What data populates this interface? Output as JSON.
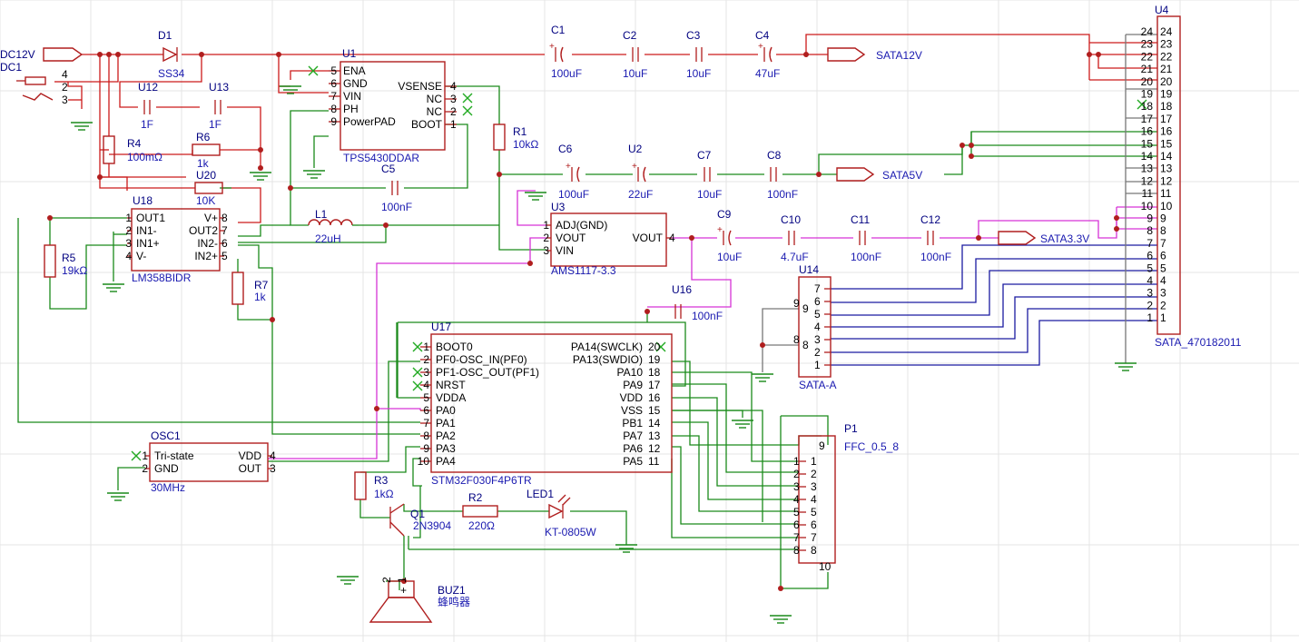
{
  "components": {
    "D1": {
      "ref": "D1",
      "value": "SS34"
    },
    "DC1": {
      "ref": "DC1",
      "net": "DC12V",
      "pins": [
        "4",
        "2",
        "3"
      ]
    },
    "U1": {
      "ref": "U1",
      "value": "TPS5430DDAR",
      "left_pins": [
        {
          "num": "5",
          "name": "ENA"
        },
        {
          "num": "6",
          "name": "GND"
        },
        {
          "num": "7",
          "name": "VIN"
        },
        {
          "num": "8",
          "name": "PH"
        },
        {
          "num": "9",
          "name": "PowerPAD"
        }
      ],
      "right_pins": [
        {
          "num": "4",
          "name": "VSENSE"
        },
        {
          "num": "3",
          "name": "NC"
        },
        {
          "num": "2",
          "name": "NC"
        },
        {
          "num": "1",
          "name": "BOOT"
        }
      ]
    },
    "U12": {
      "ref": "U12",
      "value": "1F"
    },
    "U13": {
      "ref": "U13",
      "value": "1F"
    },
    "R4": {
      "ref": "R4",
      "value": "100mΩ"
    },
    "R6": {
      "ref": "R6",
      "value": "1k"
    },
    "U20": {
      "ref": "U20",
      "value": "10K"
    },
    "U18": {
      "ref": "U18",
      "value": "LM358BIDR",
      "left_pins": [
        {
          "num": "1",
          "name": "OUT1"
        },
        {
          "num": "2",
          "name": "IN1-"
        },
        {
          "num": "3",
          "name": "IN1+"
        },
        {
          "num": "4",
          "name": "V-"
        }
      ],
      "right_pins": [
        {
          "num": "8",
          "name": "V+"
        },
        {
          "num": "7",
          "name": "OUT2"
        },
        {
          "num": "6",
          "name": "IN2-"
        },
        {
          "num": "5",
          "name": "IN2+"
        }
      ]
    },
    "R5": {
      "ref": "R5",
      "value": "19kΩ"
    },
    "R7": {
      "ref": "R7",
      "value": "1k"
    },
    "L1": {
      "ref": "L1",
      "value": "22uH"
    },
    "C5": {
      "ref": "C5",
      "value": "100nF"
    },
    "R1": {
      "ref": "R1",
      "value": "10kΩ"
    },
    "C1": {
      "ref": "C1",
      "value": "100uF"
    },
    "C2": {
      "ref": "C2",
      "value": "10uF"
    },
    "C3": {
      "ref": "C3",
      "value": "10uF"
    },
    "C4": {
      "ref": "C4",
      "value": "47uF"
    },
    "C6": {
      "ref": "C6",
      "value": "100uF"
    },
    "U2": {
      "ref": "U2",
      "value": "22uF"
    },
    "C7": {
      "ref": "C7",
      "value": "10uF"
    },
    "C8": {
      "ref": "C8",
      "value": "100nF"
    },
    "U3": {
      "ref": "U3",
      "value": "AMS1117-3.3",
      "left_pins": [
        {
          "num": "1",
          "name": "ADJ(GND)"
        },
        {
          "num": "2",
          "name": "VOUT"
        },
        {
          "num": "3",
          "name": "VIN"
        }
      ],
      "right_pins": [
        {
          "num": "4",
          "name": "VOUT"
        }
      ]
    },
    "C9": {
      "ref": "C9",
      "value": "10uF"
    },
    "C10": {
      "ref": "C10",
      "value": "4.7uF"
    },
    "C11": {
      "ref": "C11",
      "value": "100nF"
    },
    "C12": {
      "ref": "C12",
      "value": "100nF"
    },
    "U16": {
      "ref": "U16",
      "value": "100nF"
    },
    "U17": {
      "ref": "U17",
      "value": "STM32F030F4P6TR",
      "left_pins": [
        {
          "num": "1",
          "name": "BOOT0"
        },
        {
          "num": "2",
          "name": "PF0-OSC_IN(PF0)"
        },
        {
          "num": "3",
          "name": "PF1-OSC_OUT(PF1)"
        },
        {
          "num": "4",
          "name": "NRST"
        },
        {
          "num": "5",
          "name": "VDDA"
        },
        {
          "num": "6",
          "name": "PA0"
        },
        {
          "num": "7",
          "name": "PA1"
        },
        {
          "num": "8",
          "name": "PA2"
        },
        {
          "num": "9",
          "name": "PA3"
        },
        {
          "num": "10",
          "name": "PA4"
        }
      ],
      "right_pins": [
        {
          "num": "20",
          "name": "PA14(SWCLK)"
        },
        {
          "num": "19",
          "name": "PA13(SWDIO)"
        },
        {
          "num": "18",
          "name": "PA10"
        },
        {
          "num": "17",
          "name": "PA9"
        },
        {
          "num": "16",
          "name": "VDD"
        },
        {
          "num": "15",
          "name": "VSS"
        },
        {
          "num": "14",
          "name": "PB1"
        },
        {
          "num": "13",
          "name": "PA7"
        },
        {
          "num": "12",
          "name": "PA6"
        },
        {
          "num": "11",
          "name": "PA5"
        }
      ]
    },
    "OSC1": {
      "ref": "OSC1",
      "value": "30MHz",
      "left_pins": [
        {
          "num": "1",
          "name": "Tri-state"
        },
        {
          "num": "2",
          "name": "GND"
        }
      ],
      "right_pins": [
        {
          "num": "4",
          "name": "VDD"
        },
        {
          "num": "3",
          "name": "OUT"
        }
      ]
    },
    "R3": {
      "ref": "R3",
      "value": "1kΩ"
    },
    "Q1": {
      "ref": "Q1",
      "value": "2N3904"
    },
    "R2": {
      "ref": "R2",
      "value": "220Ω"
    },
    "LED1": {
      "ref": "LED1",
      "value": "KT-0805W"
    },
    "BUZ1": {
      "ref": "BUZ1",
      "value": "蜂鸣器",
      "pins": [
        "2",
        "1"
      ]
    },
    "U14": {
      "ref": "U14",
      "value": "SATA-A",
      "pins": [
        "7",
        "6",
        "5",
        "4",
        "3",
        "2",
        "1"
      ],
      "side_pins": [
        "9",
        "8"
      ]
    },
    "P1": {
      "ref": "P1",
      "value": "FFC_0.5_8",
      "pins": [
        "1",
        "2",
        "3",
        "4",
        "5",
        "6",
        "7",
        "8"
      ],
      "top_pin": "9",
      "bottom_pin": "10"
    },
    "U4": {
      "ref": "U4",
      "value": "SATA_470182011",
      "pins": [
        "24",
        "23",
        "22",
        "21",
        "20",
        "19",
        "18",
        "17",
        "16",
        "15",
        "14",
        "13",
        "12",
        "11",
        "10",
        "9",
        "8",
        "7",
        "6",
        "5",
        "4",
        "3",
        "2",
        "1"
      ]
    }
  },
  "nets": {
    "sata12v": "SATA12V",
    "sata5v": "SATA5V",
    "sata33v": "SATA3.3V"
  },
  "colors": {
    "power_wire": "#cc1a1a",
    "signal_wire": "#1a8a1a",
    "bus_wire": "#1a1aa0",
    "vcc33_wire": "#d633d6",
    "gnd_wire": "#777777",
    "ref_text": "#000080",
    "value_text": "#1a1ab0"
  }
}
